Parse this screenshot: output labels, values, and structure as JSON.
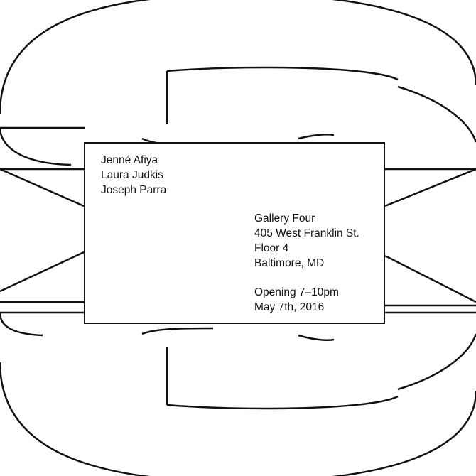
{
  "artists": [
    "Jenné Afiya",
    "Laura Judkis",
    "Joseph Parra"
  ],
  "venue": {
    "name": "Gallery Four",
    "street": "405 West Franklin St.",
    "floor": "Floor 4",
    "city": "Baltimore, MD"
  },
  "event": {
    "opening": "Opening 7–10pm",
    "date": "May 7th, 2016"
  },
  "colors": {
    "ink": "#111111",
    "background": "#ffffff"
  }
}
